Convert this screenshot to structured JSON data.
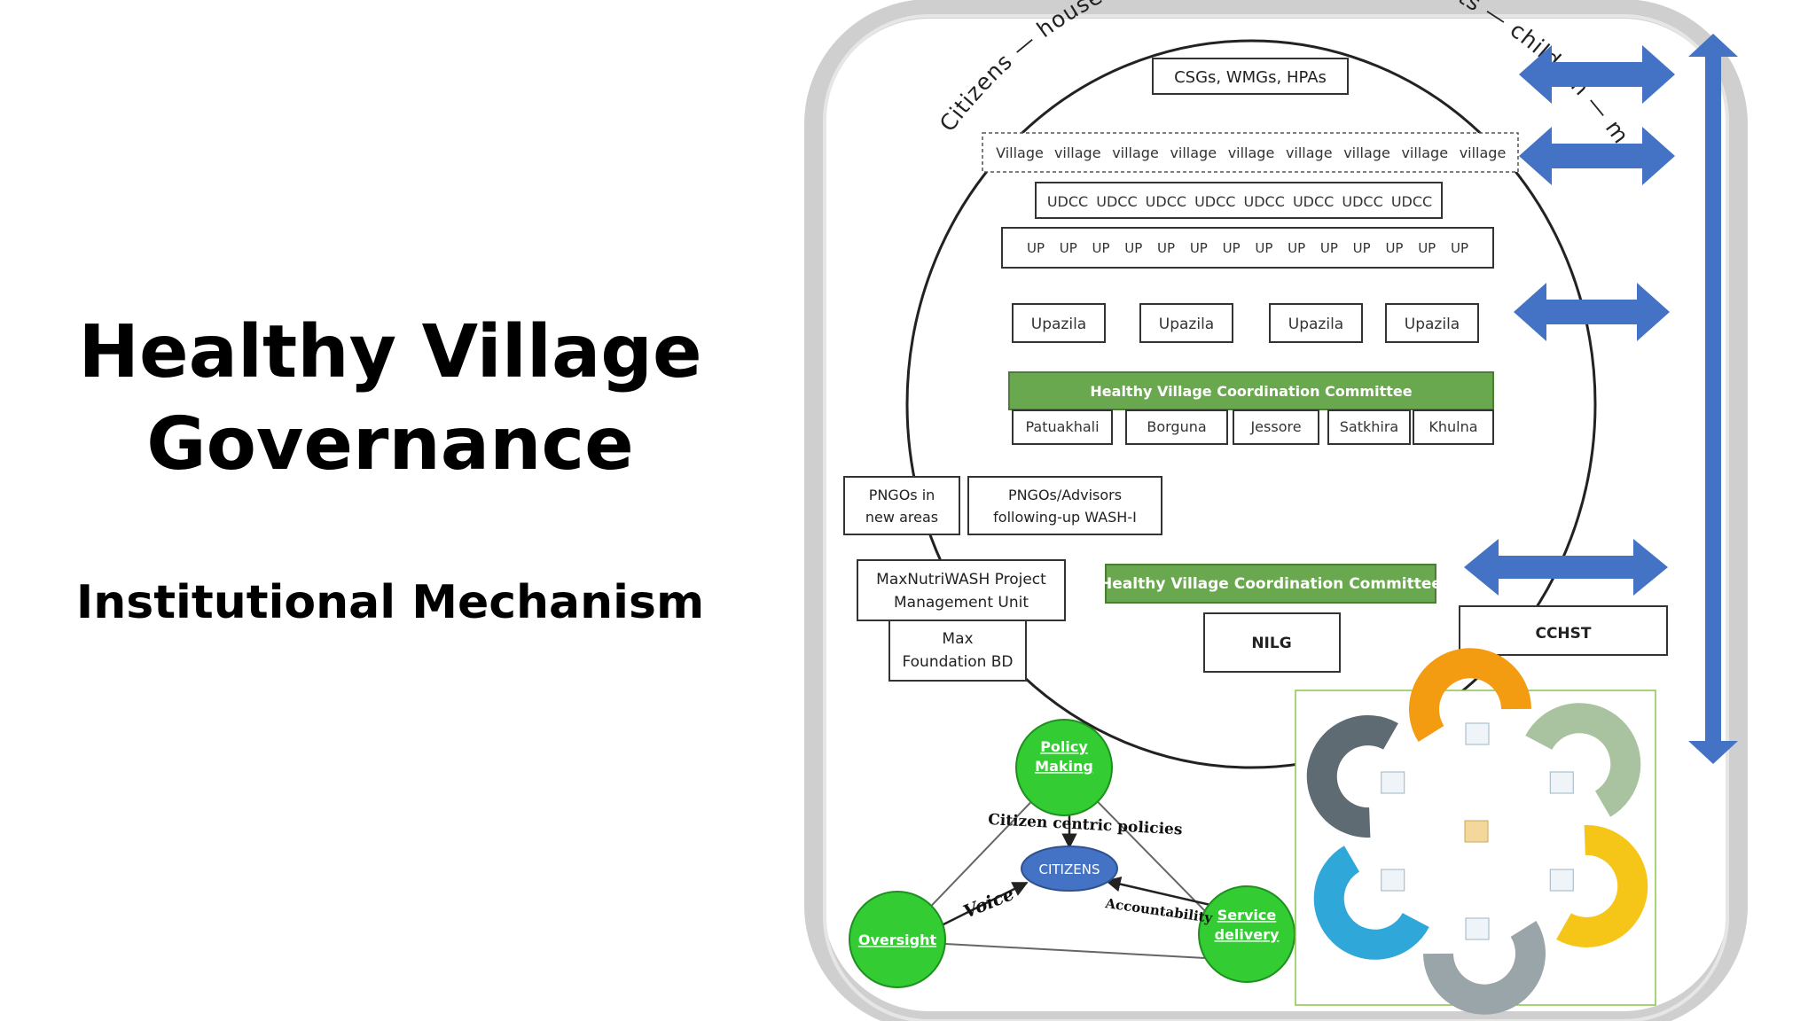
{
  "slide": {
    "title_line1": "Healthy Village",
    "title_line2": "Governance",
    "subtitle": "Institutional Mechanism"
  },
  "arc_text": "Citizens — households — students — adolescents — children — mothers",
  "boxes": {
    "csgs": "CSGs, WMGs, HPAs",
    "villages": [
      "Village",
      "village",
      "village",
      "village",
      "village",
      "village",
      "village",
      "village",
      "village"
    ],
    "udcc": [
      "UDCC",
      "UDCC",
      "UDCC",
      "UDCC",
      "UDCC",
      "UDCC",
      "UDCC",
      "UDCC"
    ],
    "up": [
      "UP",
      "UP",
      "UP",
      "UP",
      "UP",
      "UP",
      "UP",
      "UP",
      "UP",
      "UP",
      "UP",
      "UP",
      "UP",
      "UP"
    ],
    "upazila": [
      "Upazila",
      "Upazila",
      "Upazila",
      "Upazila"
    ],
    "hvcc_district": "Healthy Village Coordination Committee",
    "districts": [
      "Patuakhali",
      "Borguna",
      "Jessore",
      "Satkhira",
      "Khulna"
    ],
    "pngo_new_line1": "PNGOs in",
    "pngo_new_line2": "new areas",
    "pngo_adv_line1": "PNGOs/Advisors",
    "pngo_adv_line2": "following-up WASH-I",
    "pmu_line1": "MaxNutriWASH Project",
    "pmu_line2": "Management Unit",
    "max_line1": "Max",
    "max_line2": "Foundation BD",
    "hvcc_national": "Healthy Village Coordination Committee",
    "nilg": "NILG",
    "cchst": "CCHST"
  },
  "triangle": {
    "policy_line1": "Policy",
    "policy_line2": "Making",
    "oversight": "Oversight",
    "service_line1": "Service",
    "service_line2": "delivery",
    "citizens": "CITIZENS",
    "citizen_centric": "Citizen centric policies",
    "voice": "Voice",
    "accountability": "Accountability"
  },
  "colors": {
    "green_header": "#6aa84f",
    "arrow_blue": "#4472c4",
    "circle_green": "#33cc33",
    "citizens_blue": "#4472c4",
    "ring_orange": "#f39c12",
    "ring_sage": "#a9c2a0",
    "ring_yellow": "#f5c518",
    "ring_grey": "#9aa5aa",
    "ring_cyan": "#2fa7d8",
    "ring_dark": "#5f6b73"
  }
}
